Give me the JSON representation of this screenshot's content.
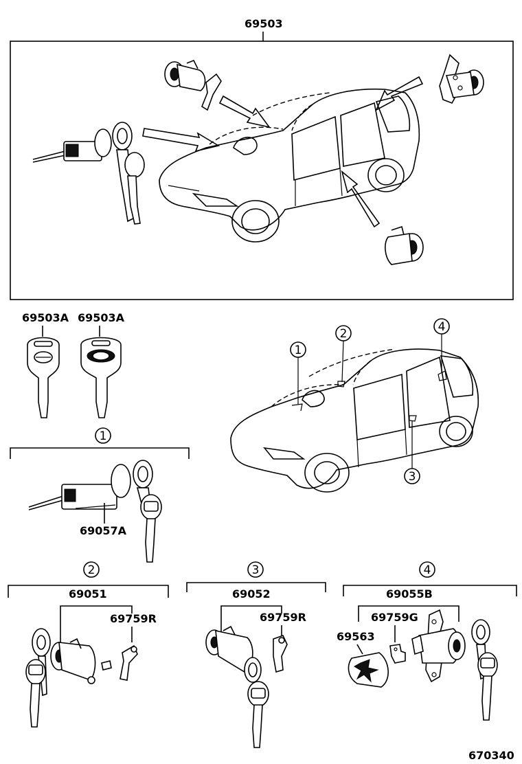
{
  "parts": {
    "set_top": "69503",
    "key_left": "69503A",
    "key_right": "69503A",
    "ignition_cyl": "69057A",
    "door_cyl_front": "69051",
    "clip_front": "69759R",
    "door_cyl_rear": "69052",
    "clip_rear": "69759R",
    "back_door_cyl": "69055B",
    "clip_back": "69759G",
    "pad_back": "69563",
    "illustration_no": "670340"
  },
  "callouts": {
    "c1": "①",
    "c2": "②",
    "c3": "③",
    "c4": "④"
  }
}
